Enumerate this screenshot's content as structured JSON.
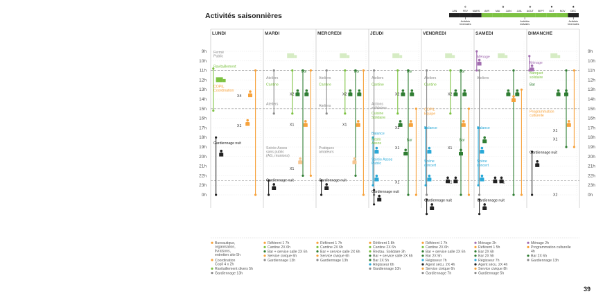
{
  "page": {
    "title": "Activités saisonnières",
    "page_number": "39"
  },
  "season_bar": {
    "months": [
      "JAN",
      "FEV",
      "MARS",
      "AVR",
      "MAI",
      "JUIN",
      "JUIL",
      "AOUT",
      "SEPT",
      "OCT",
      "NOV",
      "DEC"
    ],
    "labels": [
      "Activités hivernales",
      "Activités estivales",
      "Activités hivernales"
    ],
    "colors": {
      "winter": "#222222",
      "summer": "#7dc242"
    }
  },
  "colors": {
    "green": "#7dc242",
    "orange": "#f7a23b",
    "dkgreen": "#2f7d32",
    "grey": "#8a8a8a",
    "black": "#222222",
    "blue": "#29a9d8",
    "purple": "#a26db0",
    "lgorange": "#f6c590"
  },
  "chart_data": {
    "type": "table",
    "title": "Activités saisonnières",
    "days": [
      "LUNDI",
      "MARDI",
      "MERCREDI",
      "JEUDI",
      "VENDREDI",
      "SAMEDI",
      "DIMANCHE"
    ],
    "hours": [
      "9h",
      "10h",
      "11h",
      "12h",
      "13h",
      "14h",
      "15h",
      "16h",
      "17h",
      "18h",
      "19h",
      "20h",
      "21h",
      "22h",
      "23h",
      "0h"
    ],
    "annotations": [
      {
        "day": 0,
        "hour": 9.2,
        "text": "Fermé\nPublic",
        "color": "grey"
      },
      {
        "day": 0,
        "hour": 10.7,
        "text": "Ravitaillement",
        "color": "green"
      },
      {
        "day": 0,
        "hour": 12.8,
        "text": "COPIL\nCoordination",
        "color": "orange"
      },
      {
        "day": 0,
        "hour": 13.8,
        "text": "X4",
        "color": "black"
      },
      {
        "day": 0,
        "hour": 16.9,
        "text": "X1",
        "color": "black"
      },
      {
        "day": 0,
        "hour": 18.7,
        "text": "Gardiennage nuit",
        "color": "black"
      },
      {
        "day": 1,
        "hour": 11.9,
        "text": "Ateliers",
        "color": "grey"
      },
      {
        "day": 1,
        "hour": 12.6,
        "text": "Cantine",
        "color": "green"
      },
      {
        "day": 1,
        "hour": 13.6,
        "text": "X2",
        "color": "black"
      },
      {
        "day": 1,
        "hour": 14.6,
        "text": "Ateliers",
        "color": "grey"
      },
      {
        "day": 1,
        "hour": 16.8,
        "text": "X1",
        "color": "black"
      },
      {
        "day": 1,
        "hour": 19.2,
        "text": "Soirée Assos\nsans public\n(AG, réunions)",
        "color": "grey"
      },
      {
        "day": 1,
        "hour": 21.4,
        "text": "X1",
        "color": "black"
      },
      {
        "day": 1,
        "hour": 22.6,
        "text": "Gardiennage nuit",
        "color": "black"
      },
      {
        "day": 2,
        "hour": 11.9,
        "text": "Ateliers",
        "color": "grey"
      },
      {
        "day": 2,
        "hour": 12.6,
        "text": "Cantine",
        "color": "green"
      },
      {
        "day": 2,
        "hour": 13.6,
        "text": "X2",
        "color": "black"
      },
      {
        "day": 2,
        "hour": 14.8,
        "text": "Ateliers",
        "color": "grey"
      },
      {
        "day": 2,
        "hour": 16.8,
        "text": "X1",
        "color": "black"
      },
      {
        "day": 2,
        "hour": 19.2,
        "text": "Pratiques\namateurs",
        "color": "grey"
      },
      {
        "day": 2,
        "hour": 22.6,
        "text": "Gardiennage nuit",
        "color": "black"
      },
      {
        "day": 3,
        "hour": 11.9,
        "text": "Ateliers",
        "color": "grey"
      },
      {
        "day": 3,
        "hour": 12.6,
        "text": "Cantine",
        "color": "green"
      },
      {
        "day": 3,
        "hour": 13.6,
        "text": "X2",
        "color": "black"
      },
      {
        "day": 3,
        "hour": 14.6,
        "text": "Actions\nsolidaires",
        "color": "grey"
      },
      {
        "day": 3,
        "hour": 15.6,
        "text": "Cuisine\nSolidaire",
        "color": "green"
      },
      {
        "day": 3,
        "hour": 17.1,
        "text": "X2",
        "color": "black"
      },
      {
        "day": 3,
        "hour": 17.7,
        "text": "Balance",
        "color": "blue"
      },
      {
        "day": 3,
        "hour": 18.3,
        "text": "Resto\nAssos",
        "color": "green"
      },
      {
        "day": 3,
        "hour": 19.2,
        "text": "X1",
        "color": "black"
      },
      {
        "day": 3,
        "hour": 20.4,
        "text": "Soirée Assos\nPublic",
        "color": "blue"
      },
      {
        "day": 3,
        "hour": 22.8,
        "text": "X1",
        "color": "black"
      },
      {
        "day": 3,
        "hour": 23.8,
        "text": "Gardiennage nuit",
        "color": "black"
      },
      {
        "day": 4,
        "hour": 11.9,
        "text": "Ateliers",
        "color": "grey"
      },
      {
        "day": 4,
        "hour": 12.6,
        "text": "Cantine",
        "color": "green"
      },
      {
        "day": 4,
        "hour": 13.6,
        "text": "X2",
        "color": "black"
      },
      {
        "day": 4,
        "hour": 15.2,
        "text": "COPIL\nÉquipe",
        "color": "orange"
      },
      {
        "day": 4,
        "hour": 17.1,
        "text": "Balance",
        "color": "blue"
      },
      {
        "day": 4,
        "hour": 19.2,
        "text": "X1",
        "color": "black"
      },
      {
        "day": 4,
        "hour": 20.6,
        "text": "Scène\nconcert",
        "color": "blue"
      },
      {
        "day": 4,
        "hour": 22.8,
        "text": "X1",
        "color": "black"
      },
      {
        "day": 4,
        "hour": 24.7,
        "text": "Gardiennage nuit",
        "color": "black"
      },
      {
        "day": 5,
        "hour": 9.7,
        "text": "Ménage",
        "color": "purple"
      },
      {
        "day": 5,
        "hour": 11.9,
        "text": "Ateliers",
        "color": "grey"
      },
      {
        "day": 5,
        "hour": 17.1,
        "text": "Balance",
        "color": "blue"
      },
      {
        "day": 5,
        "hour": 20.6,
        "text": "Scène\nconcert",
        "color": "blue"
      },
      {
        "day": 5,
        "hour": 22.8,
        "text": "X1",
        "color": "black"
      },
      {
        "day": 5,
        "hour": 24.7,
        "text": "Gardiennage nuit",
        "color": "black"
      },
      {
        "day": 6,
        "hour": 10.3,
        "text": "Ménage",
        "color": "purple"
      },
      {
        "day": 6,
        "hour": 11.4,
        "text": "Banquet\nsolidaire",
        "color": "green"
      },
      {
        "day": 6,
        "hour": 12.6,
        "text": "Bar",
        "color": "dkgreen"
      },
      {
        "day": 6,
        "hour": 15.4,
        "text": "Programmation\nculturelle",
        "color": "orange"
      },
      {
        "day": 6,
        "hour": 17.4,
        "text": "X1",
        "color": "black"
      },
      {
        "day": 6,
        "hour": 18.3,
        "text": "X1",
        "color": "black"
      },
      {
        "day": 6,
        "hour": 19.7,
        "text": "Gardiennage nuit",
        "color": "black"
      },
      {
        "day": 6,
        "hour": 24.1,
        "text": "X2",
        "color": "black"
      }
    ],
    "bars_labels": [
      {
        "day": 1,
        "hour": 11.2,
        "text": "Bar"
      },
      {
        "day": 2,
        "hour": 11.2,
        "text": "Bar"
      },
      {
        "day": 3,
        "hour": 11.2,
        "text": "Bar"
      },
      {
        "day": 4,
        "hour": 11.2,
        "text": "Bar"
      },
      {
        "day": 3,
        "hour": 18.4,
        "text": "Bar"
      },
      {
        "day": 4,
        "hour": 18.4,
        "text": "Bar"
      }
    ],
    "legend": [
      [
        {
          "color": "orange",
          "text": "Bureautique,\norganisation,\nlivraisons,\nentretien site 5h"
        },
        {
          "color": "orange",
          "text": "Coordination\nCopil 4 x 2h"
        },
        {
          "color": "green",
          "text": "Ravitaillement divers 5h"
        },
        {
          "color": "grey",
          "text": "Gardiennage 13h"
        }
      ],
      [
        {
          "color": "orange",
          "text": "Référent 1 7h"
        },
        {
          "color": "green",
          "text": "Cantine 2X 6h"
        },
        {
          "color": "dkgreen",
          "text": "Bar + service salle 2X 6h"
        },
        {
          "color": "orange",
          "text": "Service civique 6h"
        },
        {
          "color": "grey",
          "text": "Gardiennage 13h"
        }
      ],
      [
        {
          "color": "orange",
          "text": "Référent 1 7h"
        },
        {
          "color": "green",
          "text": "Cantine 2X 6h"
        },
        {
          "color": "dkgreen",
          "text": "Bar + service salle 2X 6h"
        },
        {
          "color": "orange",
          "text": "Service civique 6h"
        },
        {
          "color": "grey",
          "text": "Gardiennage 13h"
        }
      ],
      [
        {
          "color": "orange",
          "text": "Référent 1 8h"
        },
        {
          "color": "green",
          "text": "Cantine 2X 6h"
        },
        {
          "color": "green",
          "text": "Restau. Solidaire 3h"
        },
        {
          "color": "dkgreen",
          "text": "Bar + service salle 2X 6h"
        },
        {
          "color": "dkgreen",
          "text": "Bar 2X 5h"
        },
        {
          "color": "blue",
          "text": "Régisseur 6h"
        },
        {
          "color": "grey",
          "text": "Gardiennage 10h"
        }
      ],
      [
        {
          "color": "orange",
          "text": "Référent 1 7h"
        },
        {
          "color": "green",
          "text": "Cantine 2X 6h"
        },
        {
          "color": "dkgreen",
          "text": "Bar + service salle 2X 6h"
        },
        {
          "color": "dkgreen",
          "text": "Bar 2X 5h"
        },
        {
          "color": "blue",
          "text": "Régisseur 7h"
        },
        {
          "color": "black",
          "text": "Agent sécu. 2X 4h"
        },
        {
          "color": "orange",
          "text": "Service civique 6h"
        },
        {
          "color": "grey",
          "text": "Gardiennage 7h"
        }
      ],
      [
        {
          "color": "purple",
          "text": "Ménage 2h"
        },
        {
          "color": "orange",
          "text": "Référent 1 5h"
        },
        {
          "color": "dkgreen",
          "text": "Bar 2X 6h"
        },
        {
          "color": "dkgreen",
          "text": "Bar 2X 5h"
        },
        {
          "color": "blue",
          "text": "Régisseur 7h"
        },
        {
          "color": "black",
          "text": "Agent sécu. 2X 4h"
        },
        {
          "color": "orange",
          "text": "Service civique 8h"
        },
        {
          "color": "grey",
          "text": "Gardiennage 5h"
        }
      ],
      [
        {
          "color": "purple",
          "text": "Ménage 2h"
        },
        {
          "color": "orange",
          "text": "Programmation culturelle\n4h"
        },
        {
          "color": "dkgreen",
          "text": "Bar 2X 6h"
        },
        {
          "color": "grey",
          "text": "Gardiennage 13h"
        }
      ]
    ]
  }
}
